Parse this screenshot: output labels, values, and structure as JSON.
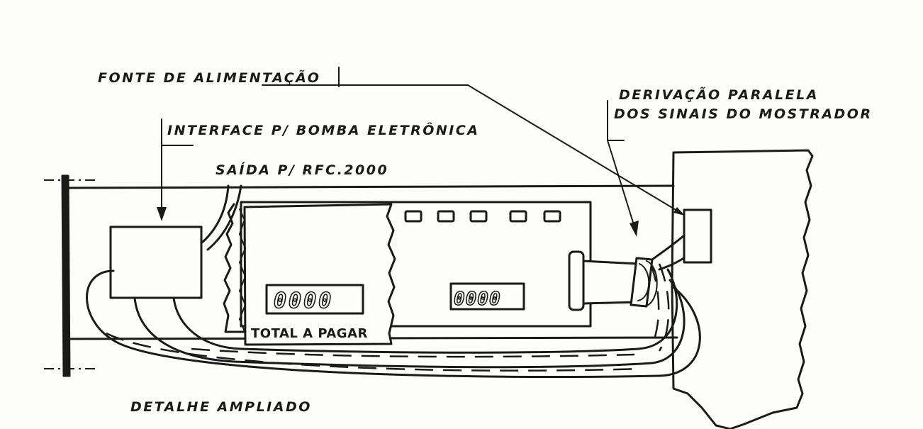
{
  "labels": {
    "power_supply": "FONTE DE ALIMENTAÇÃO",
    "parallel_derivation_line1": "DERIVAÇÃO PARALELA",
    "parallel_derivation_line2": "DOS SINAIS DO MOSTRADOR",
    "interface": "INTERFACE P/ BOMBA ELETRÔNICA",
    "output": "SAÍDA P/ RFC.2000",
    "total_to_pay": "TOTAL A PAGAR",
    "detail": "DETALHE AMPLIADO"
  },
  "displays": {
    "left_digits": "0000",
    "right_digits": "0000"
  }
}
